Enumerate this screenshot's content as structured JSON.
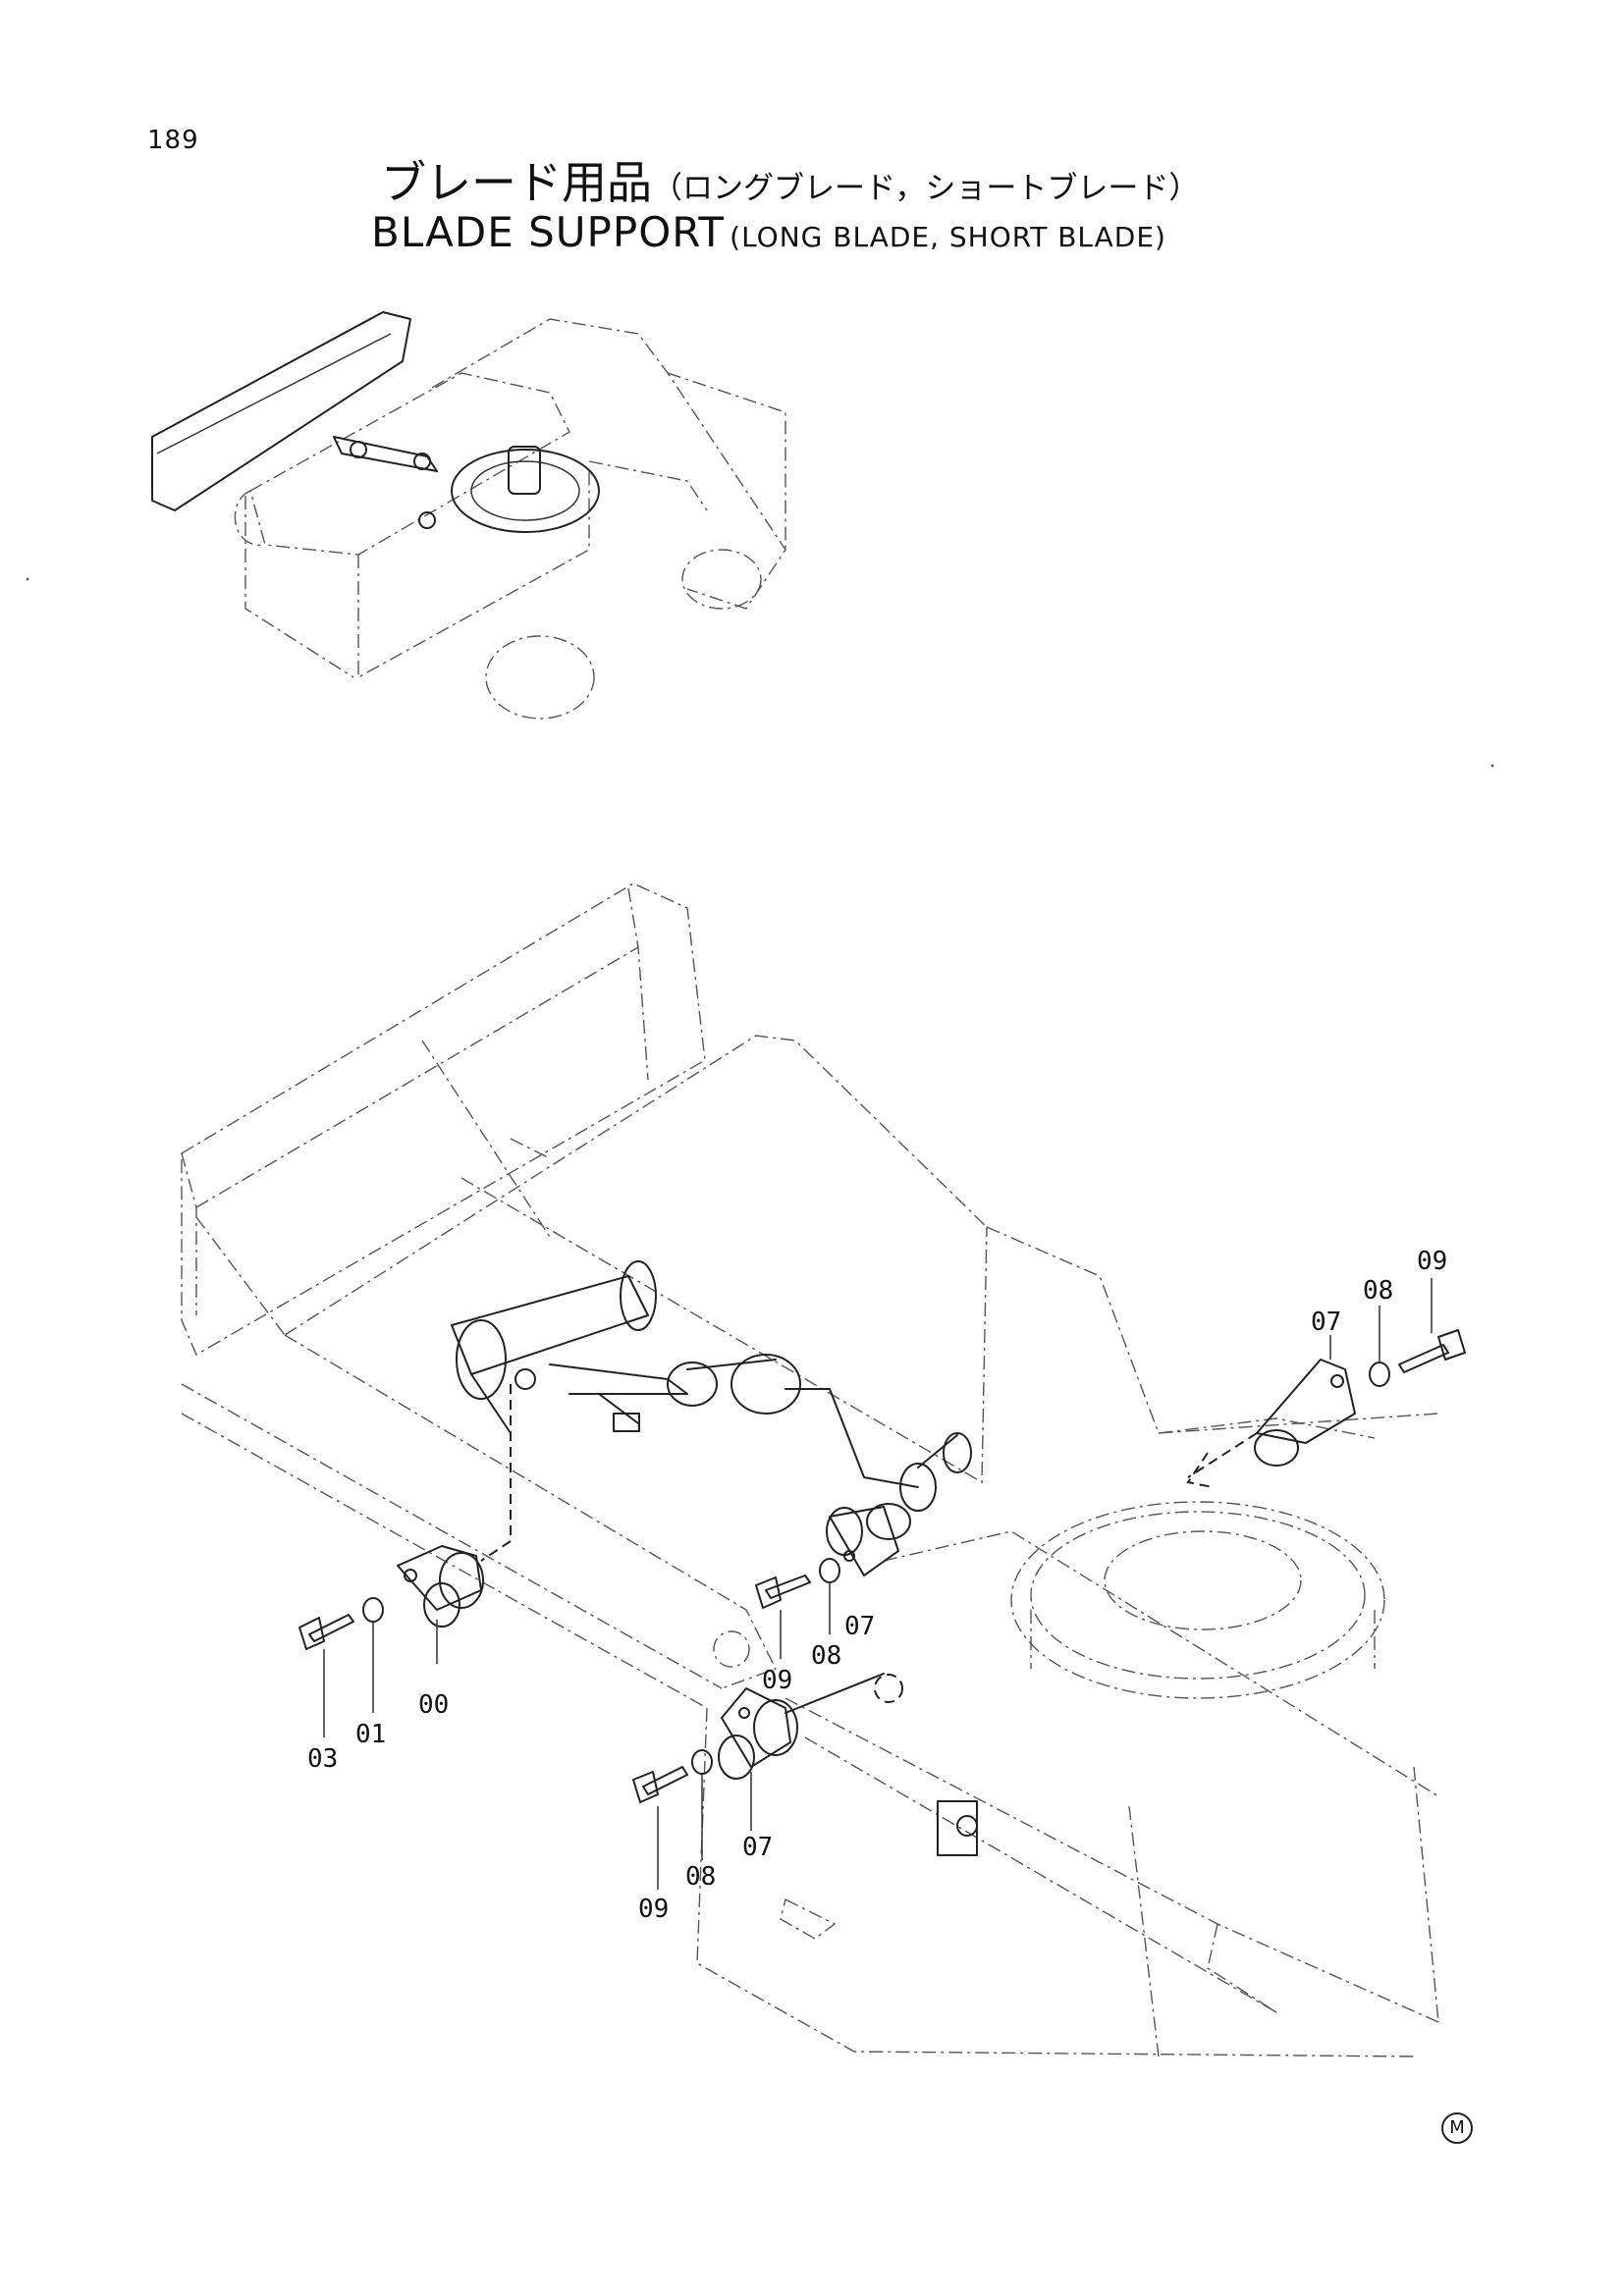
{
  "page_number": "189",
  "title_jp": {
    "main": "ブレード用品",
    "sub": "（ロングブレード，ショートブレード）"
  },
  "title_en": {
    "main": "BLADE SUPPORT",
    "sub": "(LONG BLADE, SHORT BLADE)"
  },
  "callouts": {
    "c09_top": "09",
    "c08_top": "08",
    "c07_top": "07",
    "c00": "00",
    "c01": "01",
    "c03": "03",
    "c09_mid": "09",
    "c08_mid": "08",
    "c07_mid": "07",
    "c07_low": "07",
    "c08_low": "08",
    "c09_low": "09"
  },
  "footer_mark": "M"
}
